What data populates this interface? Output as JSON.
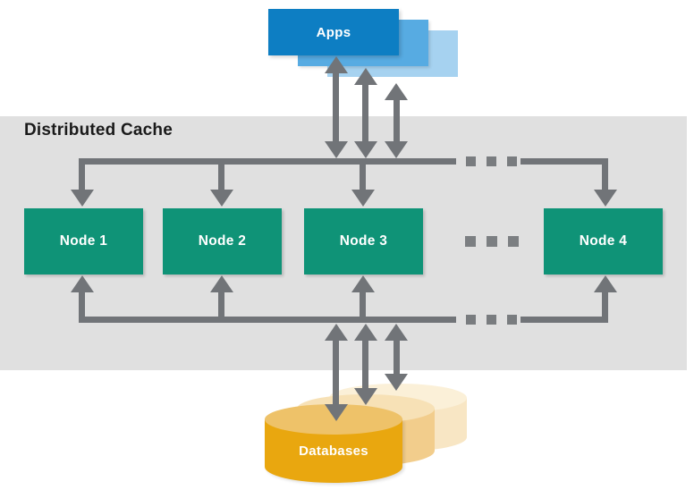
{
  "apps": {
    "label": "Apps"
  },
  "cache": {
    "title": "Distributed Cache",
    "nodes": [
      {
        "label": "Node 1"
      },
      {
        "label": "Node 2"
      },
      {
        "label": "Node 3"
      },
      {
        "label": "Node 4"
      }
    ]
  },
  "databases": {
    "label": "Databases"
  },
  "colors": {
    "app_front_blue": "#0d7ec3",
    "app_mid_blue": "#57abe2",
    "app_back_blue": "#a6d2f0",
    "node_green": "#0f9377",
    "db_front_amber": "#e9a70f",
    "db_front_top": "#eec269",
    "db_mid": "#f2cd8c",
    "db_mid_top": "#f7e1b6",
    "db_back": "#f8e6c4",
    "db_back_top": "#fbf0d8",
    "arrow_gray": "#717478",
    "band_gray": "#e0e0e0"
  }
}
